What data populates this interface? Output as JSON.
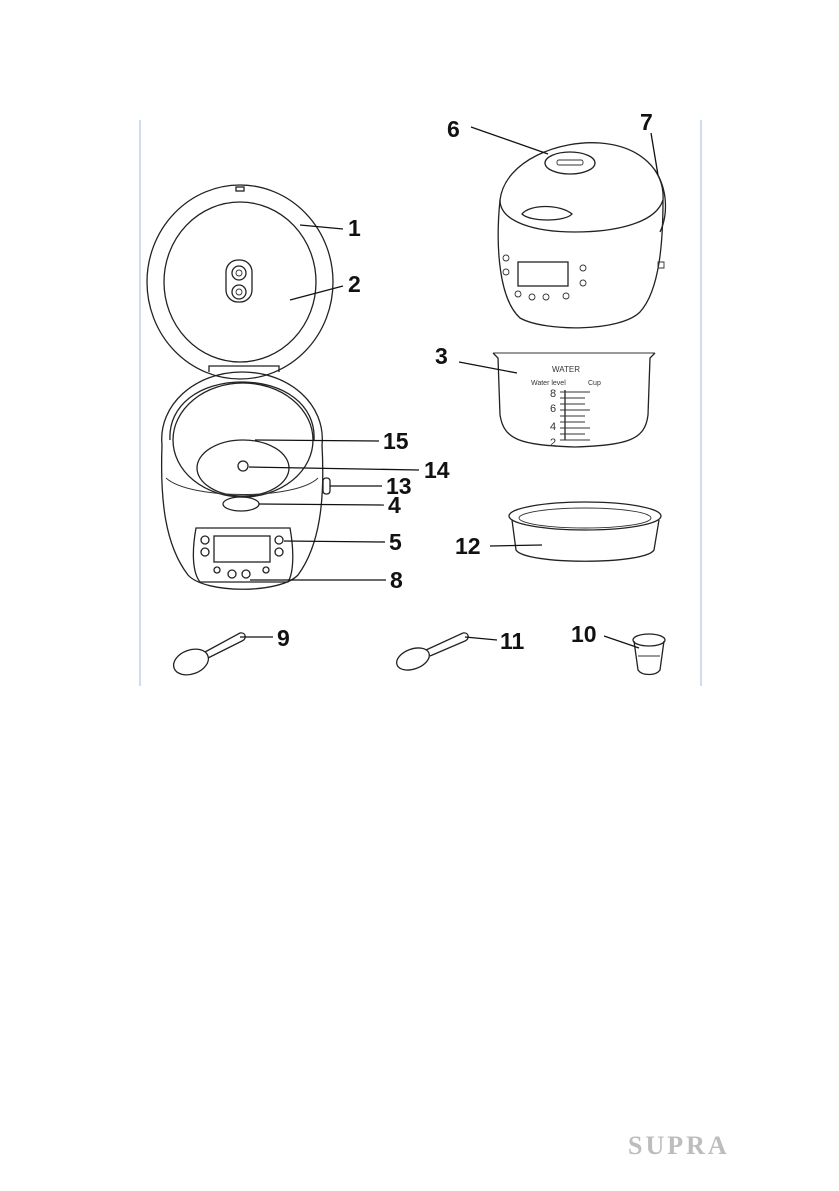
{
  "labels": {
    "n1": "1",
    "n2": "2",
    "n3": "3",
    "n4": "4",
    "n5": "5",
    "n6": "6",
    "n7": "7",
    "n8": "8",
    "n9": "9",
    "n10": "10",
    "n11": "11",
    "n12": "12",
    "n13": "13",
    "n14": "14",
    "n15": "15"
  },
  "bowl": {
    "title": "WATER",
    "water_level": "Water level",
    "cup": "Cup",
    "marks": [
      "8",
      "6",
      "4",
      "2"
    ]
  },
  "brand": "SUPRA",
  "colors": {
    "frame_line": "#c3d0ea",
    "ink": "#222222",
    "brand": "#bdbdbd"
  }
}
